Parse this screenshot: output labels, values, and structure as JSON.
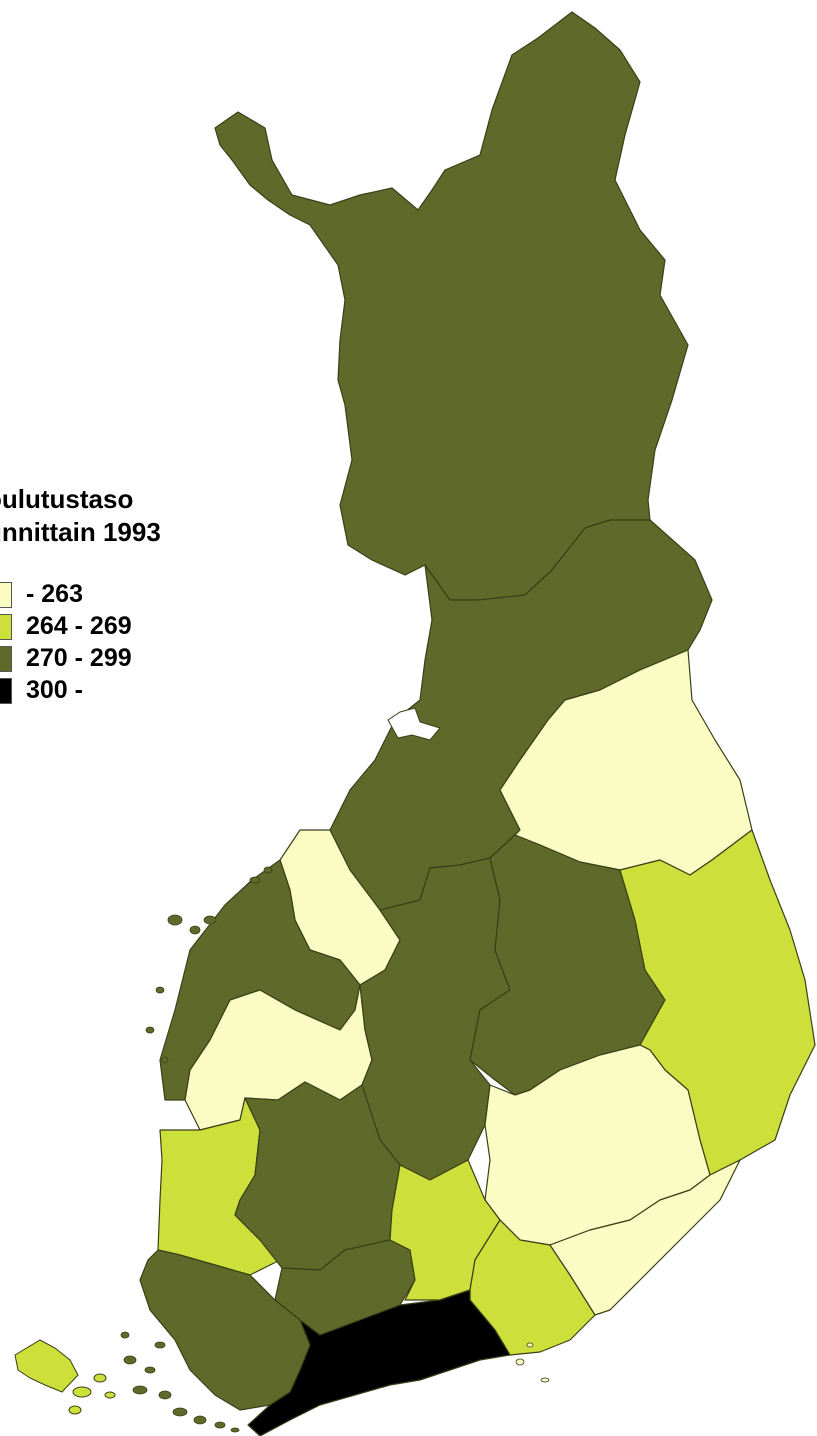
{
  "legend": {
    "title_line1": "oulutustaso",
    "title_line2": "unnittain 1993",
    "items": [
      {
        "label": "- 263",
        "color": "#fbfbc4"
      },
      {
        "label": "264 - 269",
        "color": "#ccdf3a"
      },
      {
        "label": "270 - 299",
        "color": "#5f6a2a"
      },
      {
        "label": "300 -",
        "color": "#000000"
      }
    ]
  },
  "colors": {
    "background": "#ffffff",
    "border": "#3a3f18"
  }
}
